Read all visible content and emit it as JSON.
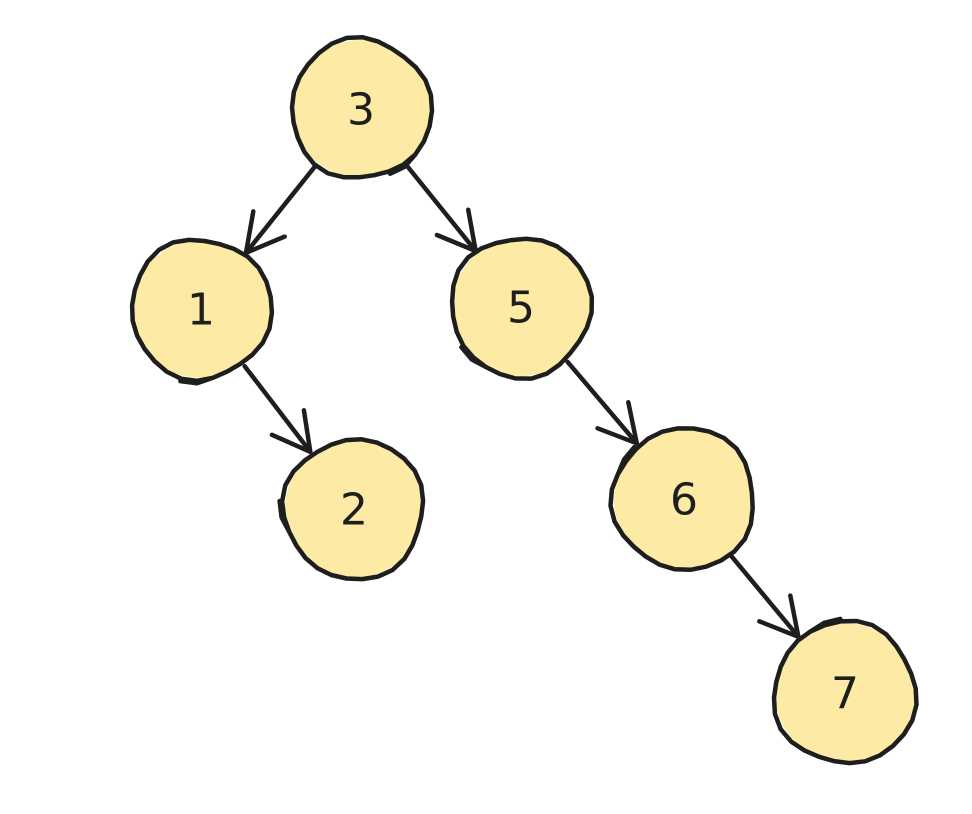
{
  "diagram": {
    "colors": {
      "node_fill": "#fdeba5",
      "stroke": "#1e1e1e",
      "background": "#ffffff"
    },
    "nodes": [
      {
        "id": "n3",
        "label": "3"
      },
      {
        "id": "n1",
        "label": "1"
      },
      {
        "id": "n5",
        "label": "5"
      },
      {
        "id": "n2",
        "label": "2"
      },
      {
        "id": "n6",
        "label": "6"
      },
      {
        "id": "n7",
        "label": "7"
      }
    ],
    "edges": [
      {
        "from": "n3",
        "to": "n1"
      },
      {
        "from": "n3",
        "to": "n5"
      },
      {
        "from": "n1",
        "to": "n2"
      },
      {
        "from": "n5",
        "to": "n6"
      },
      {
        "from": "n6",
        "to": "n7"
      }
    ]
  }
}
